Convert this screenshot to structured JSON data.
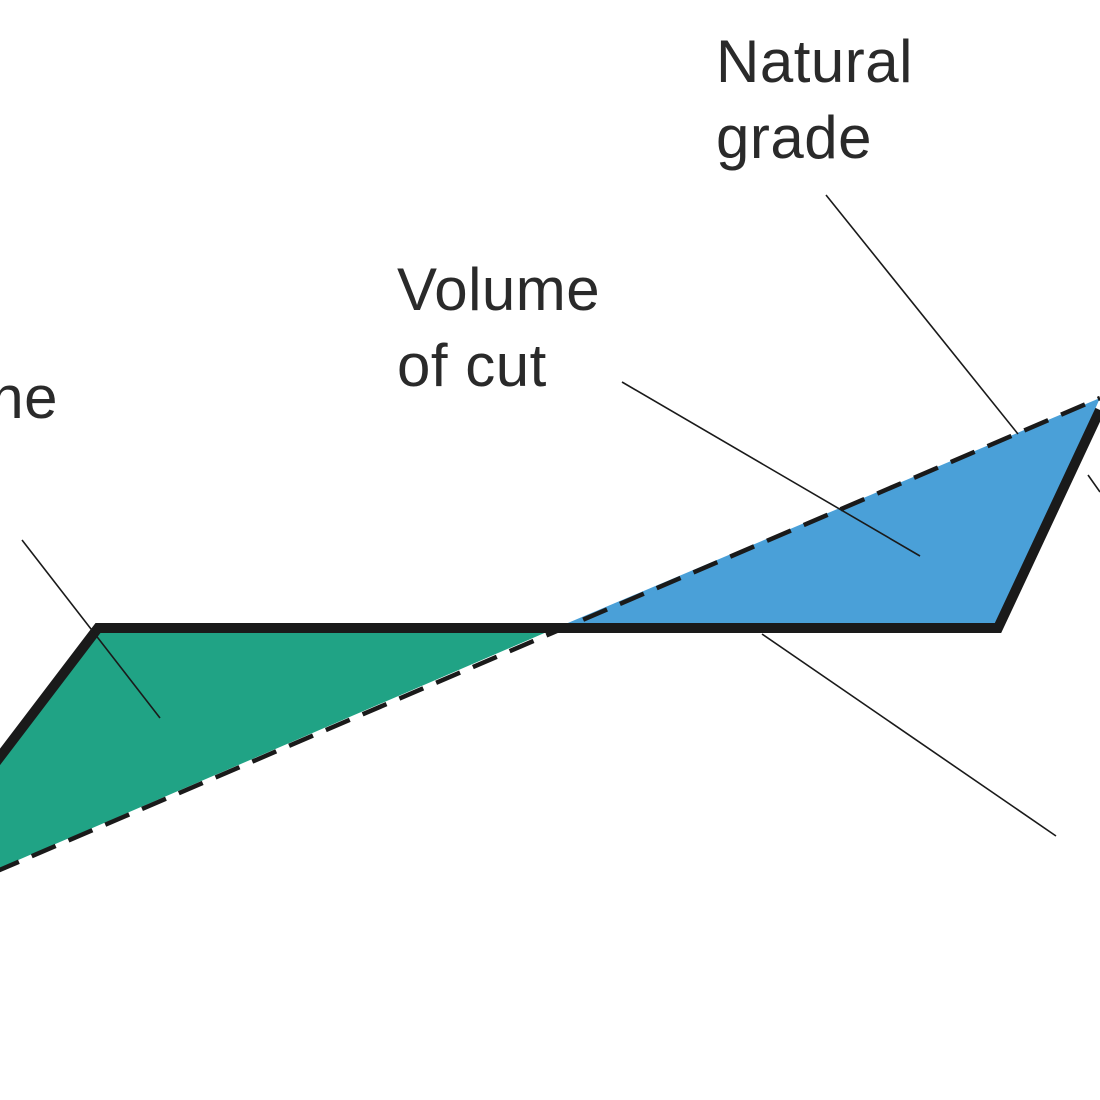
{
  "labels": {
    "natural_grade": [
      "Natural",
      "grade"
    ],
    "volume_of_cut": [
      "Volume",
      "of cut"
    ],
    "partial_label_left": "ne"
  },
  "colors": {
    "cut_fill": "#4aa0d8",
    "fill_volume": "#20a385",
    "grade_line": "#1a1a1a",
    "leader_line": "#1a1a1a",
    "background": "#ffffff"
  }
}
